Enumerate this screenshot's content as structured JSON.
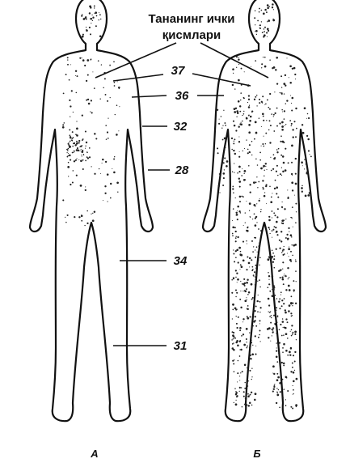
{
  "title_line1": "Тананинг ички",
  "title_line2": "қисмлари",
  "temperature_labels": [
    "37",
    "36",
    "32",
    "28",
    "34",
    "31"
  ],
  "figure_labels": {
    "left": "А",
    "right": "Б"
  }
}
